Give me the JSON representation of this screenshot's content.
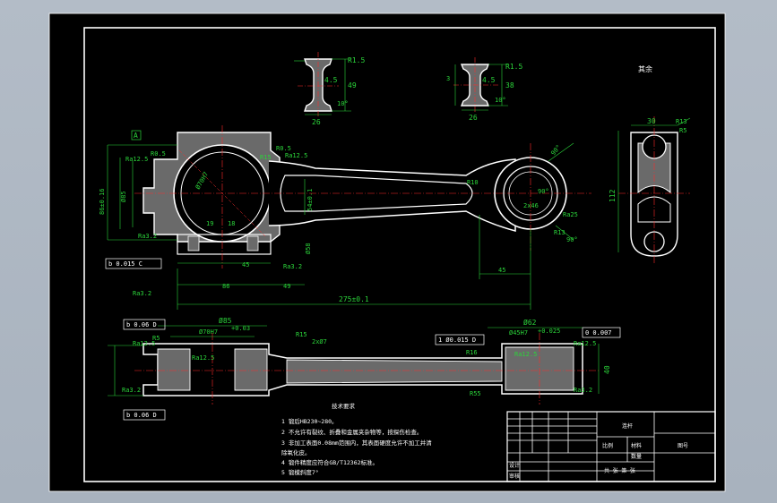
{
  "colors": {
    "background": "#000000",
    "outline": "#ffffff",
    "dimension": "#2bd43a",
    "centerline": "#ff2b2b",
    "hatch": "#6a6a6a"
  },
  "labels": {
    "datum_a": "A",
    "top_right_note": "其余",
    "tech_title": "技术要求"
  },
  "dims": {
    "sec1_r": "R1.5",
    "sec1_h": "49",
    "sec1_w": "26",
    "sec1_in": "4.5",
    "sec1_a": "10°",
    "sec2_r": "R1.5",
    "sec2_h": "38",
    "sec2_w": "26",
    "sec2_in": "4.5",
    "sec2_a": "10°",
    "sec2_l": "3",
    "r05a": "R0.5",
    "r05b": "R0.5",
    "r15": "R15",
    "ra32a": "Ra12.5",
    "ra32b": "Ra12.5",
    "d9_16": "86±0.16",
    "d85": "Ø85",
    "d70": "Ø70H7",
    "d19": "19",
    "d18": "18",
    "d54": "54±0.1",
    "d58": "Ø58",
    "d45a": "45",
    "d45b": "45",
    "d49": "49",
    "d86": "86",
    "len": "275±0.1",
    "r10": "R10",
    "d90": "90°",
    "d90b": "90°",
    "d2x46": "2x46",
    "ra25": "Ra25",
    "r13": "R13",
    "d30": "30",
    "r13b": "R13",
    "r5": "R5",
    "d112": "112",
    "fr1": "b 0.015 C",
    "ra32c": "Ra3.2",
    "ra32d": "Ra3.2",
    "ra32e": "Ra3.2",
    "bottom_d85": "Ø85",
    "bottom_fit": "Ø70H7",
    "bottom_tol": "+0.03",
    "r15b": "R15",
    "bot_2x": "2xØ7",
    "bot_r5": "R5",
    "bot_ra": "Ra12.5",
    "bot_r16": "R16",
    "bot_r55": "R55",
    "bot_d62": "Ø62",
    "bot_fit2": "Ø45H7",
    "bot_tol2": "+0.025",
    "bot_fr": "1 Ø0.015 D",
    "bot_fr2": "0 0.007",
    "bot_40": "40",
    "bot_ra2": "Ra12.5",
    "bot_ra3": "Ra3.2",
    "bot_b1": "b 0.06 D",
    "bot_b2": "b 0.06 D",
    "bot_ra4": "Ra3.2",
    "bot_ra5": "Ra12.5",
    "bot_ra6": "Ra12.5"
  },
  "notes": [
    "1 锻后HB230~280。",
    "2 不允许有裂纹、折叠和金属夹杂物等，按探伤检查。",
    "3 非加工表面0.08mm范围内，其表面硬度允许不加工并清",
    "  除氧化皮。",
    "4 锻件精度应符合GB/T12362标准。",
    "5 锻模斜度7°"
  ],
  "title_block": {
    "c1": "连杆",
    "c2": "图号",
    "c3": "比例",
    "c4": "材料",
    "c5": "数量",
    "c6": "共 张  第 张",
    "c7": "设计",
    "c8": "审核"
  }
}
